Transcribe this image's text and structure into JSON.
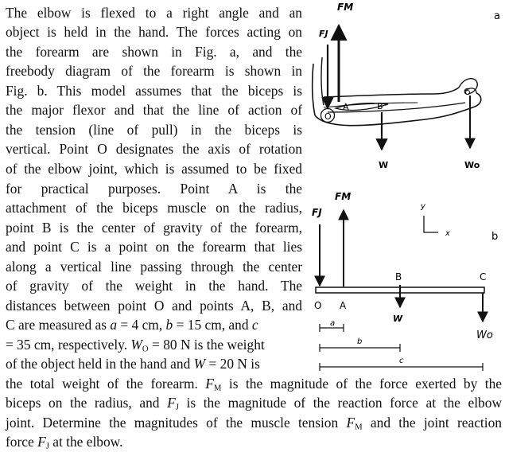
{
  "problem": {
    "lines_left": [
      "The elbow is flexed to a right angle and an",
      "object is held in the hand. The forces acting on",
      "the forearm are shown in Fig. a, and the",
      "freebody diagram of the forearm is shown in",
      "Fig. b. This model assumes that the biceps is",
      "the major flexor and that the line of action of",
      "the tension (line of pull) in the biceps is",
      "vertical. Point O designates the axis of rotation",
      "of the elbow joint, which is assumed to be fixed",
      "for practical purposes. Point A is the",
      "attachment of the biceps muscle on the radius,",
      "point B is the center of gravity of the forearm,",
      "and point C is a point on the forearm that lies",
      "along a vertical line passing through the center",
      "of gravity of the weight in the hand. The",
      "distances between point O and points A, B, and"
    ],
    "line17": {
      "pre": "C are measured as ",
      "a": "a",
      "eq1": " = 4 cm, ",
      "b": "b",
      "eq2": " = 15 cm, and ",
      "c": "c"
    },
    "line18": {
      "pre": "= 35 cm, respectively. ",
      "wo": "W",
      "wo_sub": "O",
      "post": " = 80 N is the weight"
    },
    "line19": {
      "pre": "of the object held in the hand and ",
      "w": "W",
      "post": " = 20 N is"
    },
    "line20": {
      "pre": "the total weight of the forearm. ",
      "fm": "F",
      "fm_sub": "M",
      "post": " is the magnitude of the force exerted by the"
    },
    "line21": {
      "pre": "biceps on the radius, and ",
      "fj": "F",
      "fj_sub": "J",
      "post": " is the magnitude of the reaction force at the elbow"
    },
    "line22": {
      "pre": "joint. Determine the magnitudes of the muscle tension ",
      "fm": "F",
      "fm_sub": "M",
      "post": " and the joint reaction"
    },
    "line23": {
      "pre": "force ",
      "fj": "F",
      "fj_sub": "J",
      "post": " at the elbow."
    }
  },
  "figure": {
    "fig_a": {
      "panel_label": "a",
      "FM": "FM",
      "FJ": "FJ",
      "O": "O",
      "A": "A",
      "B": "B",
      "C": "C",
      "W": "W",
      "Wo": "Wo"
    },
    "fig_b": {
      "panel_label": "b",
      "FM": "FM",
      "FJ": "FJ",
      "y": "y",
      "x": "x",
      "O": "O",
      "A": "A",
      "B": "B",
      "C": "C",
      "W": "W",
      "Wo": "Wo",
      "a": "a",
      "b": "b",
      "c": "c"
    }
  }
}
